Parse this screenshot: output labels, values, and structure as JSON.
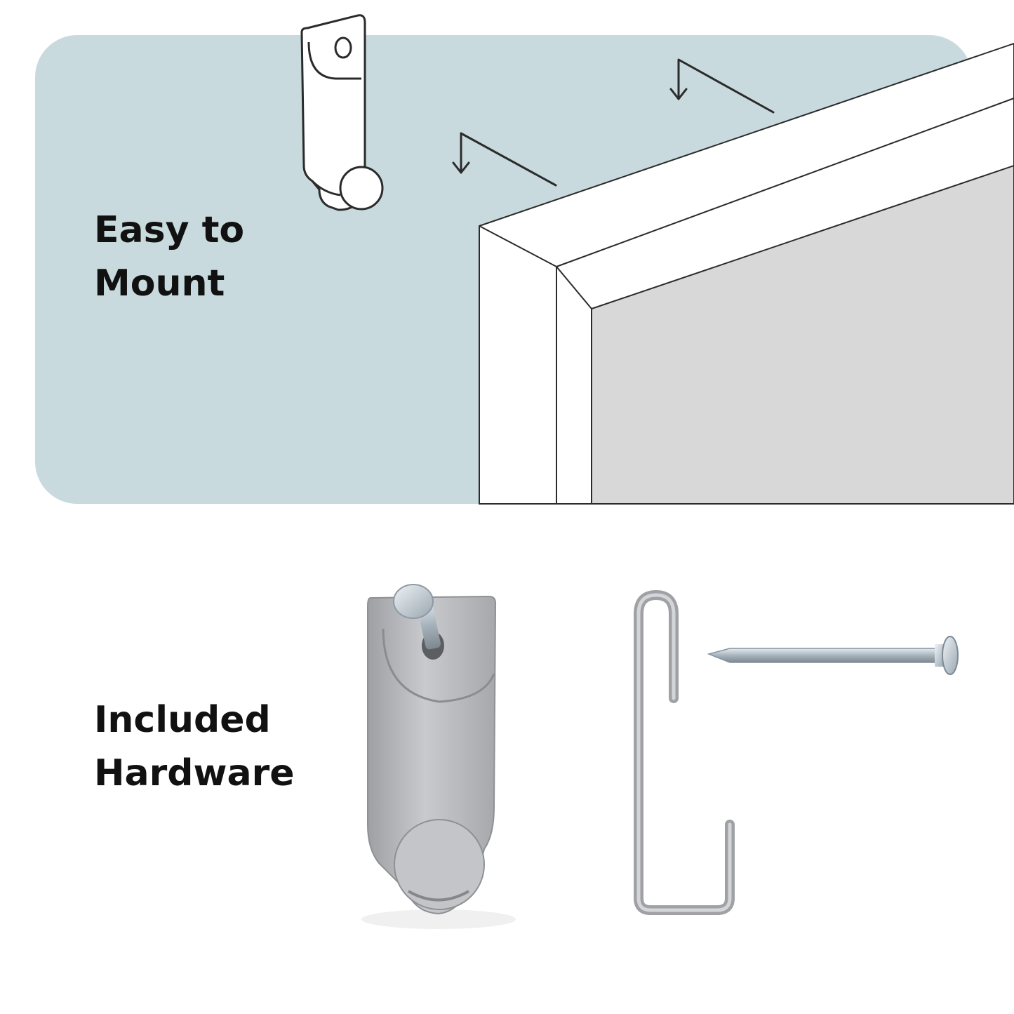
{
  "sections": {
    "mount": {
      "line1": "Easy to",
      "line2": "Mount"
    },
    "hardware": {
      "line1": "Included",
      "line2": "Hardware"
    }
  },
  "icons": {
    "mount_illustration": [
      "sawtooth-hanger-icon",
      "frame-corner-icon",
      "down-arrow-icon"
    ],
    "hardware_photos": [
      "sawtooth-hanger-with-nail-icon",
      "frame-clip-hook-icon",
      "nail-icon"
    ]
  },
  "colors": {
    "panel": "#c8dadd",
    "frame_inner": "#d9d8d9",
    "metal": "#b9babd",
    "text": "#111111"
  }
}
